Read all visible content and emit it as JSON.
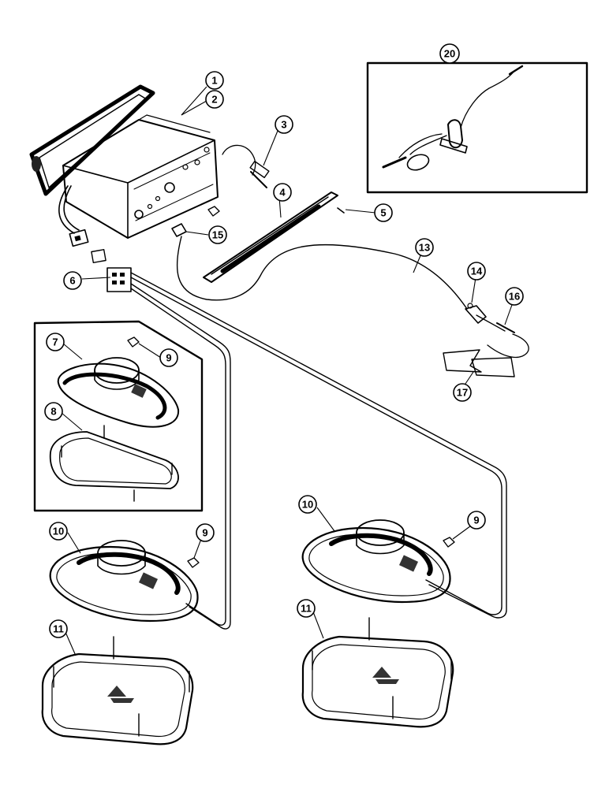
{
  "callouts": [
    {
      "id": "c1",
      "label": "1"
    },
    {
      "id": "c2",
      "label": "2"
    },
    {
      "id": "c3",
      "label": "3"
    },
    {
      "id": "c4",
      "label": "4"
    },
    {
      "id": "c5",
      "label": "5"
    },
    {
      "id": "c6",
      "label": "6"
    },
    {
      "id": "c7",
      "label": "7"
    },
    {
      "id": "c8",
      "label": "8"
    },
    {
      "id": "c9a",
      "label": "9"
    },
    {
      "id": "c9b",
      "label": "9"
    },
    {
      "id": "c9c",
      "label": "9"
    },
    {
      "id": "c10a",
      "label": "10"
    },
    {
      "id": "c10b",
      "label": "10"
    },
    {
      "id": "c11a",
      "label": "11"
    },
    {
      "id": "c11b",
      "label": "11"
    },
    {
      "id": "c13",
      "label": "13"
    },
    {
      "id": "c14",
      "label": "14"
    },
    {
      "id": "c15",
      "label": "15"
    },
    {
      "id": "c16",
      "label": "16"
    },
    {
      "id": "c17",
      "label": "17"
    },
    {
      "id": "c20",
      "label": "20"
    }
  ]
}
